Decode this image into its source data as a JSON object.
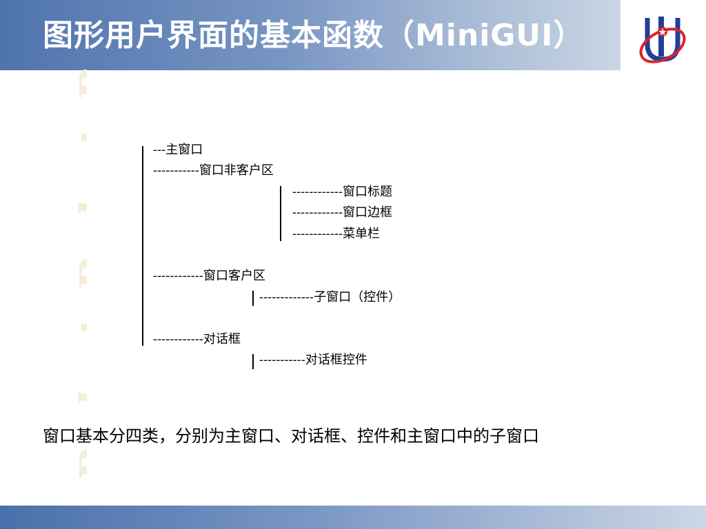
{
  "header": {
    "title": "图形用户界面的基本函数（MiniGUI）"
  },
  "watermark": {
    "text": "Robot Robot Robot Rob"
  },
  "tree": {
    "main_window": "---主窗口",
    "nonclient_area": "-----------窗口非客户区",
    "window_title": "------------窗口标题",
    "window_border": "------------窗口边框",
    "menu_bar": "------------菜单栏",
    "client_area": "------------窗口客户区",
    "child_window": "-------------子窗口（控件）",
    "dialog": "------------对话框",
    "dialog_control": "-----------对话框控件"
  },
  "caption": "窗口基本分四类，分别为主窗口、对话框、控件和主窗口中的子窗口",
  "colors": {
    "header_gradient_start": "#4f74ad",
    "header_gradient_end": "#c9d5e5",
    "logo_blue": "#1f3f9a",
    "logo_red": "#d9232a",
    "watermark": "#f4eed4"
  }
}
